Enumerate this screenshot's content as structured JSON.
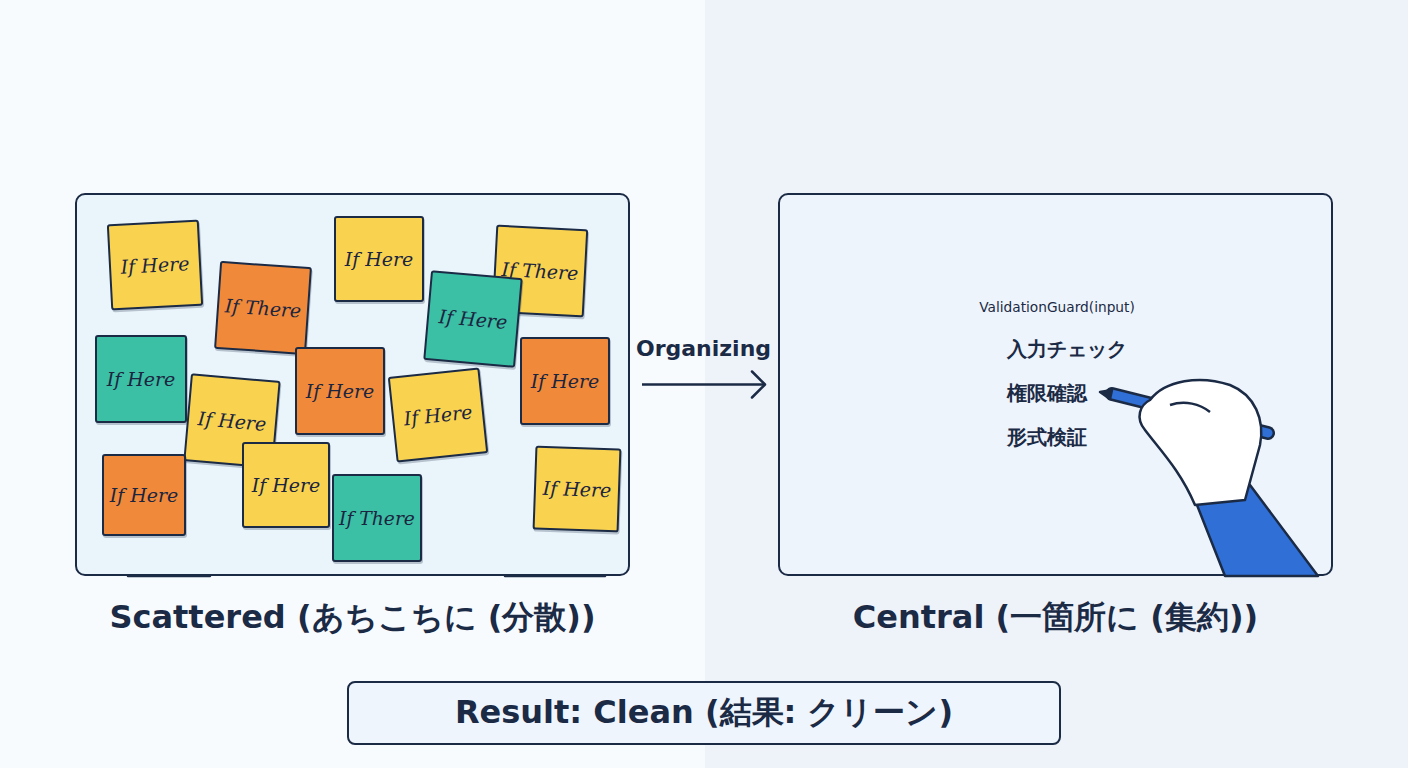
{
  "diagram": {
    "nodes": [
      {
        "text": [
          "Scattered (あちこちに (分散))"
        ]
      },
      {
        "text": [
          "If Here"
        ],
        "in": 0
      },
      {
        "text": [
          "If Here"
        ],
        "in": 0
      },
      {
        "text": [
          "If There"
        ],
        "in": 0
      },
      {
        "text": [
          "If There"
        ],
        "in": 0
      },
      {
        "text": [
          "If Here"
        ],
        "in": 0
      },
      {
        "text": [
          "If Here"
        ],
        "in": 0
      },
      {
        "text": [
          "If Here"
        ],
        "in": 0
      },
      {
        "text": [
          "If Here"
        ],
        "in": 0
      },
      {
        "text": [
          "If Here"
        ],
        "in": 0
      },
      {
        "text": [
          "If Here"
        ],
        "in": 0
      },
      {
        "text": [
          "If Here"
        ],
        "in": 0
      },
      {
        "text": [
          "If Here"
        ],
        "in": 0
      },
      {
        "text": [
          "If There"
        ],
        "in": 0
      },
      {
        "text": [
          "If Here"
        ],
        "in": 0
      },
      {
        "text": [
          "Central (一箇所に (集約))"
        ]
      },
      {
        "text": [
          "ValidationGuard(input)",
          "入力チェック",
          "権限確認",
          "形式検証"
        ],
        "in": 15
      },
      {
        "text": [
          "Result: Clean (結果: クリーン)"
        ]
      }
    ],
    "edges": [
      {
        "from": 0,
        "to": 15,
        "label": "Organizing",
        "arrow": "to"
      }
    ]
  }
}
